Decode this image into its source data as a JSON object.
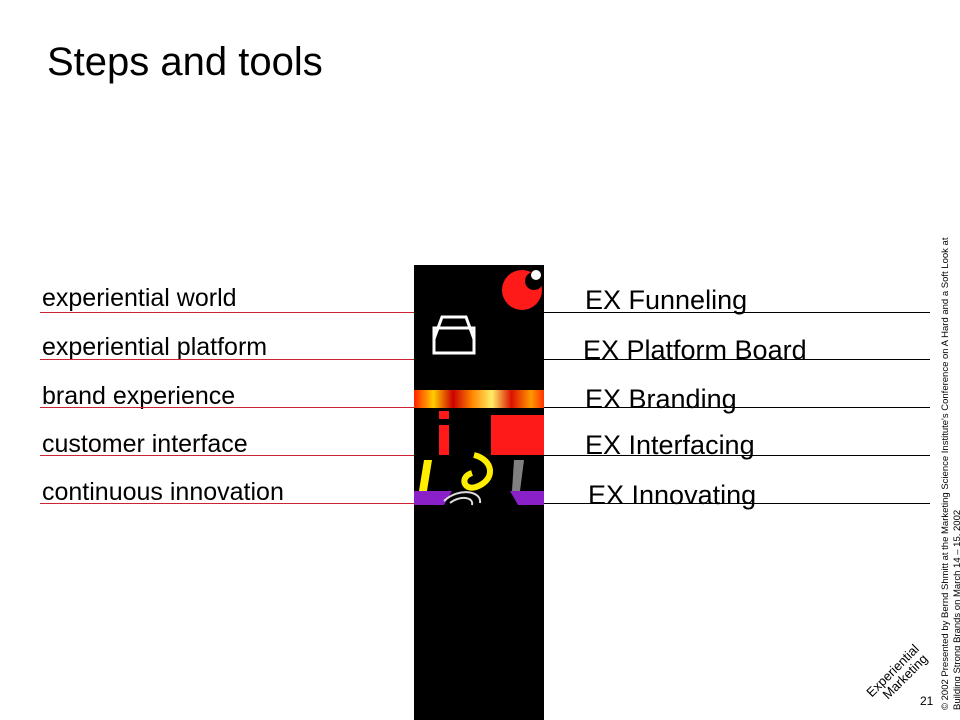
{
  "slide": {
    "title": "Steps and tools",
    "rows": [
      {
        "label": "experiential  world",
        "tool": "EX Funneling"
      },
      {
        "label": "experiential  platform",
        "tool": "EX Platform Board"
      },
      {
        "label": "brand experience",
        "tool": "EX Branding"
      },
      {
        "label": "customer interface",
        "tool": "EX Interfacing"
      },
      {
        "label": "continuous innovation",
        "tool": "EX Innovating"
      }
    ],
    "credit_line_1": "© 2002 Presented by Bernd Shmitt at the Marketing Science Institute's Conference on A Hard and a Soft Look at",
    "credit_line_2": "Building Strong Brands on  March 14 – 15, 2002",
    "logo_line_1": "Experiential",
    "logo_line_2": "Marketing",
    "page_number": "21",
    "colors": {
      "rule_left": "#cc2233",
      "rule_right": "#000000",
      "strip": "#000000"
    }
  }
}
